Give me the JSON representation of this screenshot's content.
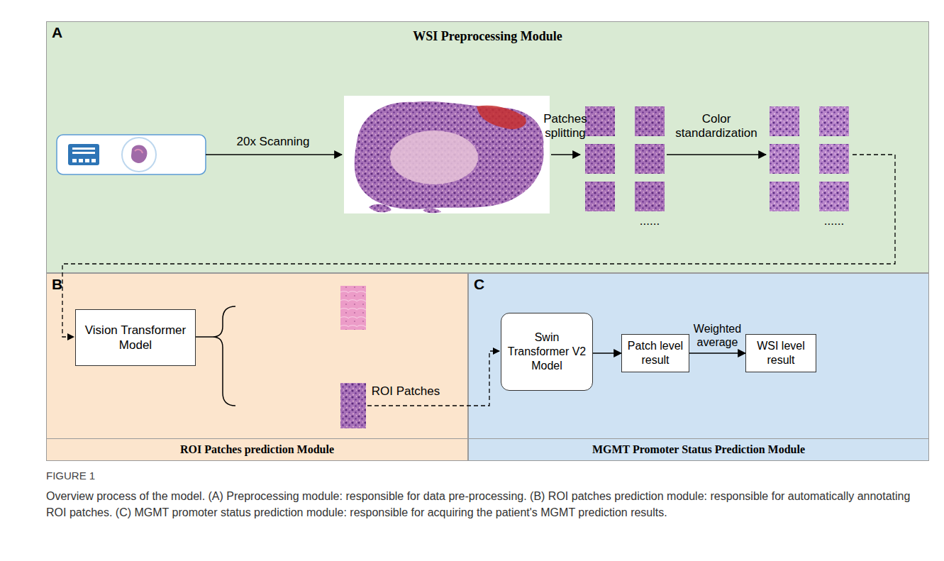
{
  "diagram": {
    "caption": "Overview process of the model. (A) Preprocessing module: responsible for data pre-processing. (B) ROI patches prediction module: responsible for automatically annotating ROI patches. (C) MGMT promoter status prediction module: responsible for acquiring the patient's MGMT prediction results.",
    "nodes": [
      {
        "text": [
          "A",
          "WSI Preprocessing Module"
        ]
      },
      {
        "text": [
          "B",
          "ROI Patches prediction Module"
        ]
      },
      {
        "text": [
          "Vision Transformer Model"
        ],
        "in": 1
      },
      {
        "text": [
          "C",
          "MGMT Promoter Status Prediction Module"
        ]
      },
      {
        "text": [
          "Swin Transformer V2 Model"
        ],
        "in": 3
      },
      {
        "text": [
          "Patch level result"
        ],
        "in": 3
      },
      {
        "text": [
          "WSI level result"
        ],
        "in": 3
      }
    ],
    "edges": [
      {
        "from": 4,
        "to": 5,
        "arrow": "to"
      },
      {
        "from": 5,
        "to": 6,
        "label": "Weighted average",
        "arrow": "to"
      }
    ],
    "labels": [
      "20x Scanning",
      "Patches splitting",
      "Color standardization",
      "......",
      "......",
      "ROI Patches",
      "FIGURE 1"
    ]
  }
}
